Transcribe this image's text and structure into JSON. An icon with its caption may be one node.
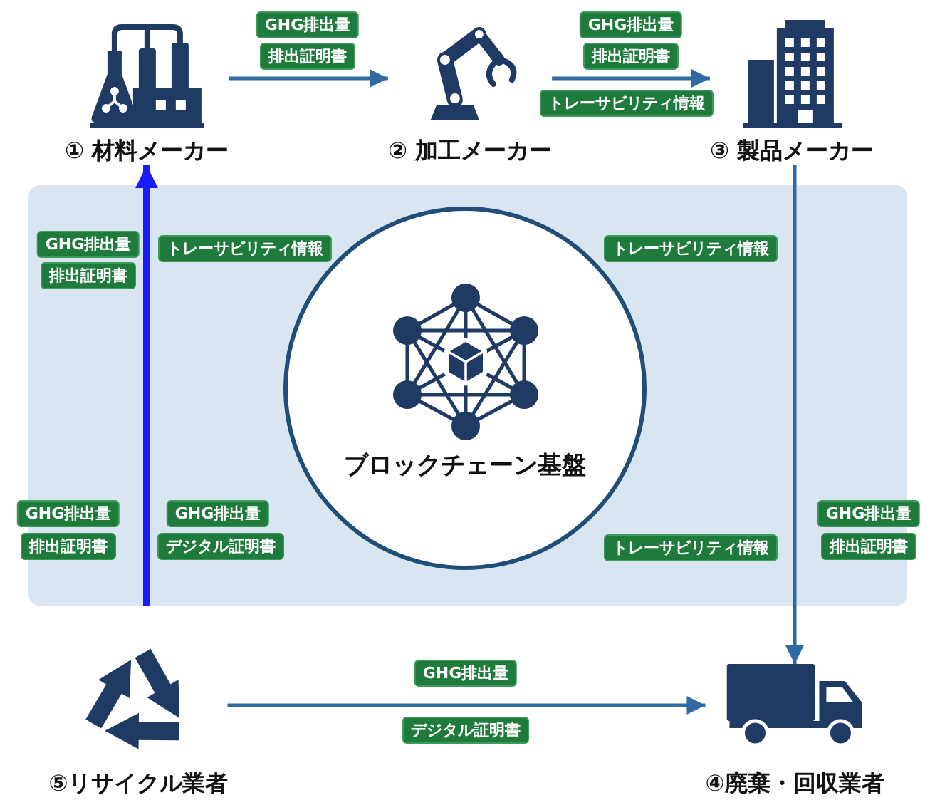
{
  "diagram": {
    "nodes": [
      {
        "text": [
          "① 材料メーカー"
        ]
      },
      {
        "text": [
          "GHG排出量"
        ]
      },
      {
        "text": [
          "排出証明書"
        ]
      },
      {
        "text": [
          "② 加工メーカー"
        ]
      },
      {
        "text": [
          "GHG排出量"
        ]
      },
      {
        "text": [
          "排出証明書"
        ]
      },
      {
        "text": [
          "トレーサビリティ情報"
        ]
      },
      {
        "text": [
          "③ 製品メーカー"
        ]
      },
      {
        "text": [],
        "shape": "band"
      },
      {
        "text": [
          "GHG排出量"
        ],
        "in": 8
      },
      {
        "text": [
          "排出証明書"
        ],
        "in": 8
      },
      {
        "text": [
          "トレーサビリティ情報"
        ],
        "in": 8
      },
      {
        "text": [
          "ブロックチェーン基盤"
        ],
        "in": 8
      },
      {
        "text": [
          "トレーサビリティ情報"
        ],
        "in": 8
      },
      {
        "text": [
          "GHG排出量"
        ]
      },
      {
        "text": [
          "排出証明書"
        ]
      },
      {
        "text": [
          "GHG排出量"
        ],
        "in": 8
      },
      {
        "text": [
          "デジタル証明書"
        ],
        "in": 8
      },
      {
        "text": [
          "トレーサビリティ情報"
        ],
        "in": 8
      },
      {
        "text": [
          "GHG排出量"
        ]
      },
      {
        "text": [
          "排出証明書"
        ]
      },
      {
        "text": [
          "⑤リサイクル業者"
        ]
      },
      {
        "text": [
          "GHG排出量"
        ]
      },
      {
        "text": [
          "デジタル証明書"
        ]
      },
      {
        "text": [
          "④廃棄・回収業者"
        ]
      }
    ],
    "edges": [
      {
        "from": 0,
        "to": 3,
        "arrow": "to"
      },
      {
        "from": 3,
        "to": 7,
        "arrow": "to"
      },
      {
        "from": 7,
        "to": 24,
        "arrow": "to"
      },
      {
        "from": 21,
        "to": 24,
        "arrow": "to"
      },
      {
        "from": 8,
        "to": 0,
        "arrow": "to",
        "style": "thick",
        "color": "#1a1aff"
      }
    ]
  }
}
